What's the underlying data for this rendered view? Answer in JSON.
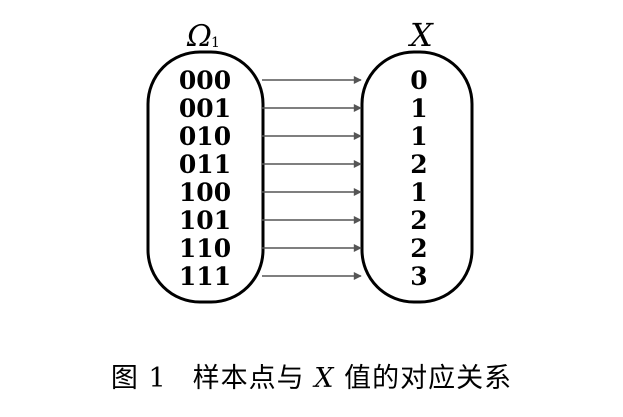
{
  "sample_space": {
    "label": "Ω",
    "subscript": "1",
    "elements": [
      "000",
      "001",
      "010",
      "011",
      "100",
      "101",
      "110",
      "111"
    ]
  },
  "random_variable": {
    "label": "X",
    "values": [
      "0",
      "1",
      "1",
      "2",
      "1",
      "2",
      "2",
      "3"
    ]
  },
  "caption": {
    "figure_number": "图 1",
    "text_before": "样本点与",
    "variable": "X",
    "text_after": "值的对应关系"
  },
  "colors": {
    "line": "#000000",
    "arrow": "#555555",
    "background": "#ffffff"
  }
}
